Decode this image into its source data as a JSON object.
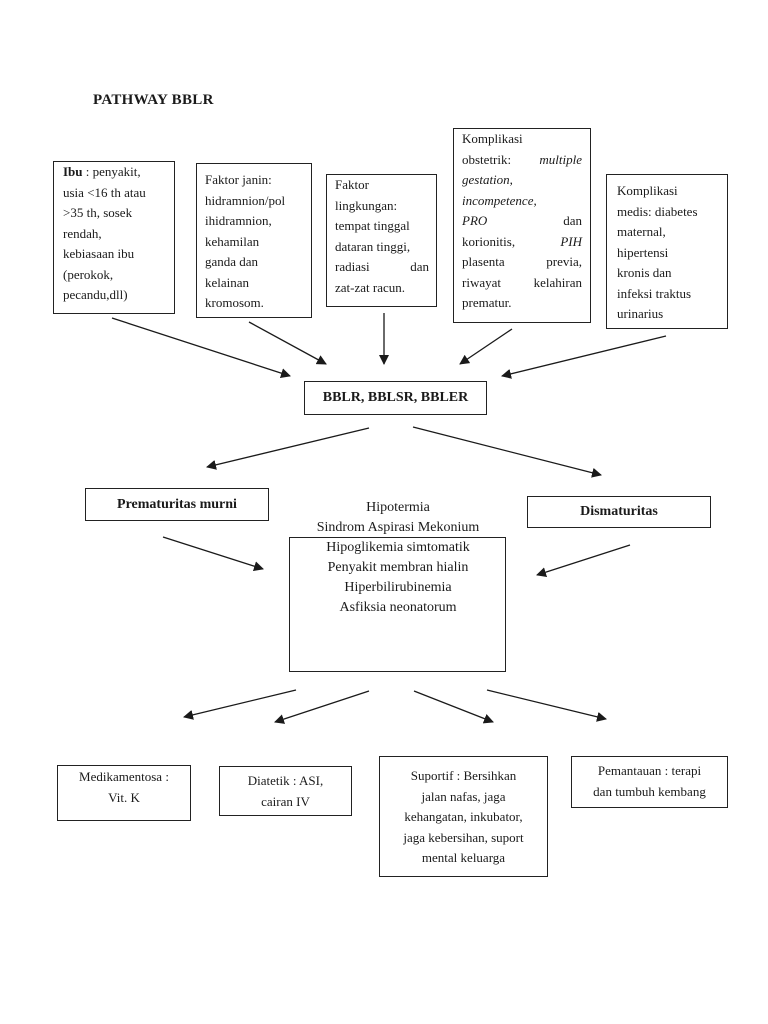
{
  "title": "PATHWAY BBLR",
  "causes": {
    "ibu": {
      "label": "Ibu",
      "lines": [
        " : penyakit,",
        "usia <16 th atau",
        ">35 th, sosek",
        "rendah,",
        "kebiasaan ibu",
        "(perokok,",
        "pecandu,dll)"
      ]
    },
    "janin": {
      "lines": [
        "Faktor janin:",
        "hidramnion/pol",
        "ihidramnion,",
        "kehamilan",
        "ganda dan",
        "kelainan",
        "kromosom."
      ]
    },
    "lingkungan": {
      "l1": "Faktor",
      "l2": "lingkungan:",
      "l3": "tempat tinggal",
      "l4": "dataran tinggi,",
      "l5a": "radiasi",
      "l5b": "dan",
      "l6": "zat-zat racun."
    },
    "obstetrik": {
      "l1": "Komplikasi",
      "l2a": "obstetrik:",
      "l2b": "multiple",
      "l3": "gestation,",
      "l4": "incompetence,",
      "l5a": "PRO",
      "l5b": "dan",
      "l6a": "korionitis,",
      "l6b": "PIH",
      "l7a": "plasenta",
      "l7b": "previa,",
      "l8a": "riwayat",
      "l8b": "kelahiran",
      "l9": "prematur."
    },
    "medis": {
      "lines": [
        "Komplikasi",
        "medis: diabetes",
        "maternal,",
        "hipertensi",
        "kronis dan",
        "infeksi traktus",
        "urinarius"
      ]
    }
  },
  "central": "BBLR, BBLSR, BBLER",
  "prematuritas": "Prematuritas murni",
  "dismaturitas": "Dismaturitas",
  "complications": [
    "Hipotermia",
    "Sindrom Aspirasi Mekonium",
    "Hipoglikemia simtomatik",
    "Penyakit membran hialin",
    "Hiperbilirubinemia",
    "Asfiksia neonatorum"
  ],
  "management": {
    "medikamentosa": [
      "Medikamentosa :",
      "Vit. K"
    ],
    "diatetik": [
      "Diatetik : ASI,",
      "cairan IV"
    ],
    "suportif": [
      "Suportif : Bersihkan",
      "jalan nafas, jaga",
      "kehangatan, inkubator,",
      "jaga kebersihan, suport",
      "mental keluarga"
    ],
    "pemantauan": [
      "Pemantauan : terapi",
      "dan tumbuh kembang"
    ]
  },
  "colors": {
    "line": "#1a1a1a",
    "background": "#ffffff"
  }
}
